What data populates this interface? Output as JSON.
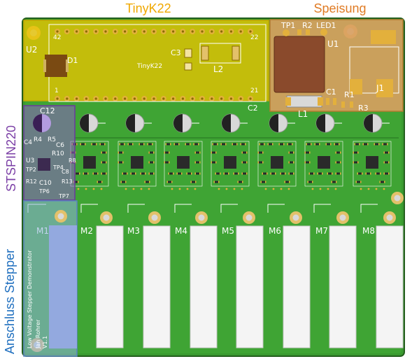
{
  "regions": {
    "tinyk22": {
      "title": "TinyK22",
      "color": "#f0a800"
    },
    "speisung": {
      "title": "Speisung",
      "color": "#e07b24"
    },
    "stspin": {
      "title": "STSPIN220",
      "color": "#7b3fa6"
    },
    "anschluss": {
      "title": "Anschluss Stepper",
      "color": "#1f6fbf"
    }
  },
  "colors": {
    "pcb": "#3a9a30",
    "pcb_dark": "#2b7a24",
    "silk": "#ffffff",
    "pad": "#e3c16a",
    "connector": "#f4f4f4"
  },
  "tinyk22_labels": {
    "u2": "U2",
    "pin42": "42",
    "pin22": "22",
    "pin1": "1",
    "pin21": "21",
    "d1": "D1",
    "c3": "C3",
    "l2": "L2",
    "board_name": "TinyK22"
  },
  "speisung_labels": {
    "tp1": "TP1",
    "r2": "R2",
    "led1": "LED1",
    "u1": "U1",
    "j1": "J1",
    "c1": "C1",
    "r1": "R1",
    "r3": "R3",
    "c2": "C2",
    "l1": "L1"
  },
  "stspin_labels": {
    "c12": "C12",
    "c4": "C4",
    "r4": "R4",
    "r5": "R5",
    "r10": "R10",
    "c6": "C6",
    "u3": "U3",
    "tp2": "TP2",
    "tp4": "TP4",
    "c8": "C8",
    "r8": "R8",
    "c10": "C10",
    "r12": "R12",
    "r13": "R13",
    "tp6": "TP6",
    "tp7": "TP7"
  },
  "motors": [
    "M1",
    "M2",
    "M3",
    "M4",
    "M5",
    "M6",
    "M7",
    "M8"
  ],
  "board_info": [
    "Low Voltage Stepper Demonstrator",
    "Jan Rohrer",
    "V1.1"
  ]
}
